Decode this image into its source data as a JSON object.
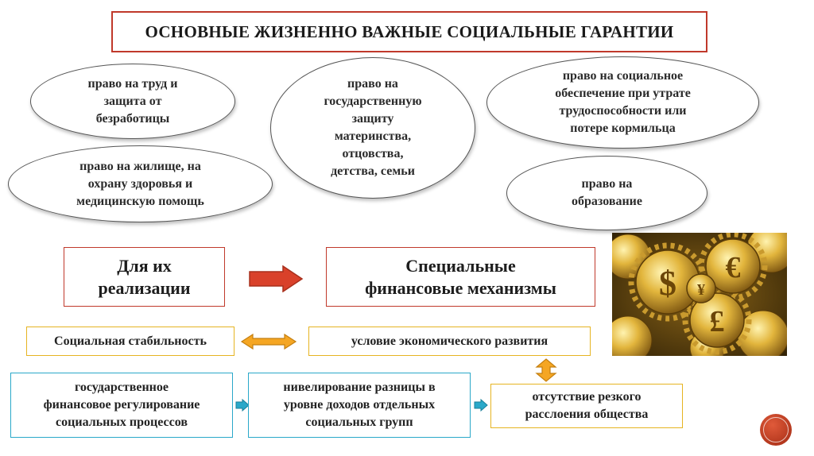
{
  "title": "ОСНОВНЫЕ ЖИЗНЕННО ВАЖНЫЕ СОЦИАЛЬНЫЕ ГАРАНТИИ",
  "rights": [
    "право на труд и\nзащита от\nбезработицы",
    "право на жилище, на\nохрану здоровья и\nмедицинскую помощь",
    "право на\nгосударственную\nзащиту\nматеринства,\nотцовства,\nдетства, семьи",
    "право на социальное\nобеспечение при утрате\nтрудоспособности или\nпотере кормильца",
    "право на\nобразование"
  ],
  "implementation_label": "Для их\nреализации",
  "mechanisms_label": "Специальные\nфинансовые механизмы",
  "social_stability": "Социальная стабильность",
  "economic_condition": "условие экономического развития",
  "regulation": "государственное\nфинансовое регулирование\nсоциальных процессов",
  "leveling": "нивелирование разницы в\nуровне доходов отдельных\nсоциальных групп",
  "no_stratification": "отсутствие резкого\nрасслоения общества",
  "image": {
    "description_icon": "gears-with-currency-image",
    "currencies": [
      "$",
      "€",
      "£",
      "¥"
    ]
  },
  "colors": {
    "title_border": "#c0392b",
    "arrow_red": "#d9412a",
    "arrow_orange": "#f5a623",
    "arrow_blue": "#2aa8c9",
    "box_yellow": "#e6b422",
    "box_blue": "#2aa8c9"
  }
}
